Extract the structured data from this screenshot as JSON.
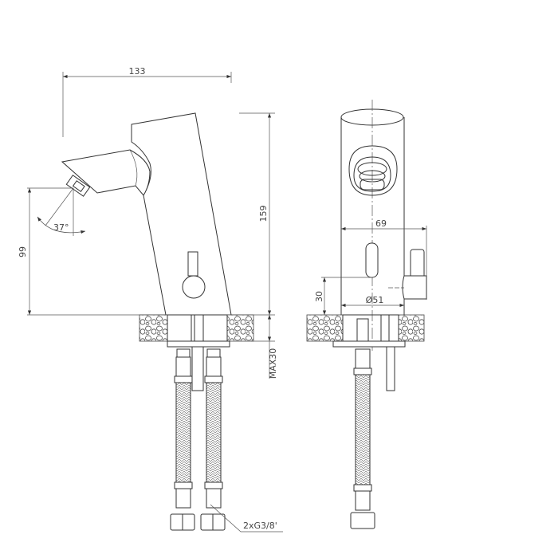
{
  "side_view": {
    "width_dim": "133",
    "height_dim": "159",
    "spout_height_dim": "99",
    "angle_dim": "37°",
    "deck_thickness_dim": "MAX30",
    "connection_label": "2xG3/8'"
  },
  "front_view": {
    "width_dim": "69",
    "sensor_height_dim": "30",
    "base_diameter_dim": "Ø51"
  }
}
